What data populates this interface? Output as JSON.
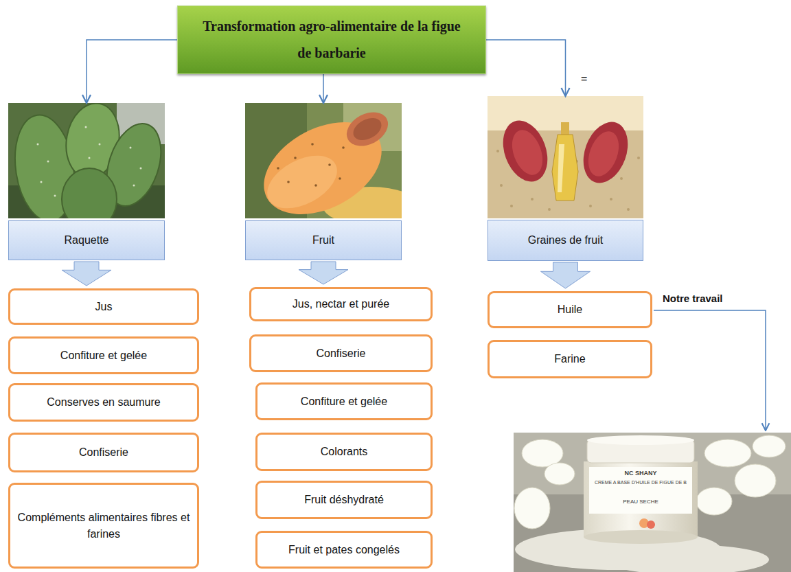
{
  "diagram": {
    "nodes": [
      {
        "text": [
          "Transformation agro-alimentaire de la figue de barbarie"
        ]
      },
      {
        "text": [
          "Raquette"
        ]
      },
      {
        "text": [
          "Fruit"
        ]
      },
      {
        "text": [
          "Graines de fruit"
        ]
      },
      {
        "text": [
          "Jus"
        ]
      },
      {
        "text": [
          "Confiture et gelée"
        ]
      },
      {
        "text": [
          "Conserves en saumure"
        ]
      },
      {
        "text": [
          "Confiserie"
        ]
      },
      {
        "text": [
          "Compléments alimentaires fibres et farines"
        ]
      },
      {
        "text": [
          "Jus, nectar et purée"
        ]
      },
      {
        "text": [
          "Confiserie"
        ]
      },
      {
        "text": [
          "Confiture et gelée"
        ]
      },
      {
        "text": [
          "Colorants"
        ]
      },
      {
        "text": [
          "Fruit déshydraté"
        ]
      },
      {
        "text": [
          "Fruit et pates congelés"
        ]
      },
      {
        "text": [
          "Huile"
        ]
      },
      {
        "text": [
          "Farine"
        ]
      }
    ],
    "edges": [
      {
        "from": 0,
        "to": 1,
        "arrow": "to"
      },
      {
        "from": 0,
        "to": 2,
        "arrow": "to"
      },
      {
        "from": 0,
        "to": 3,
        "arrow": "to"
      },
      {
        "from": 1,
        "to": 4,
        "arrow": "to"
      },
      {
        "from": 2,
        "to": 9,
        "arrow": "to"
      },
      {
        "from": 3,
        "to": 15,
        "arrow": "to"
      }
    ],
    "labels": [
      "=",
      "Notre travail",
      "NC SHANY",
      "CREME A BASE D'HUILE DE FIGUE DE B",
      "PEAU SECHE"
    ]
  }
}
